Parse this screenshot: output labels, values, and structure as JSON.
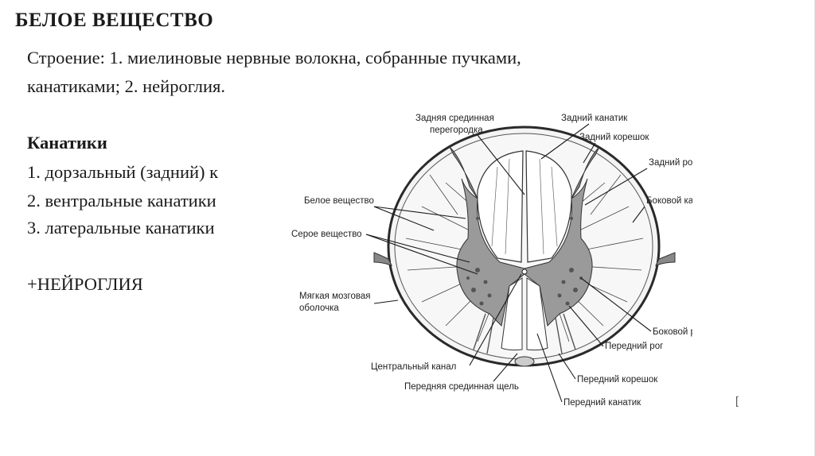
{
  "slide": {
    "title": "БЕЛОЕ ВЕЩЕСТВО",
    "structure_line1": "Строение: 1. миелиновые нервные волокна, собранные пучками,",
    "structure_line2": "канатиками; 2. нейроглия.",
    "funiculi_heading": "Канатики",
    "funiculi_items": [
      "1. дорзальный (задний) к",
      "2. вентральные канатики",
      "3. латеральные канатики"
    ],
    "neuroglia_line": "+НЕЙРОГЛИЯ",
    "corner_mark": "["
  },
  "diagram_labels": {
    "posterior_median_septum_1": "Задняя срединная",
    "posterior_median_septum_2": "перегородка",
    "posterior_funiculus": "Задний канатик",
    "posterior_root": "Задний корешок",
    "posterior_horn": "Задний рог",
    "lateral_funiculus": "Боковой канатик",
    "white_matter": "Белое вещество",
    "gray_matter": "Серое вещество",
    "pia_mater_1": "Мягкая мозговая",
    "pia_mater_2": "оболочка",
    "lateral_horn": "Боковой рог",
    "anterior_horn": "Передний рог",
    "central_canal": "Центральный канал",
    "anterior_root": "Передний корешок",
    "anterior_median_fissure": "Передняя срединная щель",
    "anterior_funiculus": "Передний канатик"
  }
}
